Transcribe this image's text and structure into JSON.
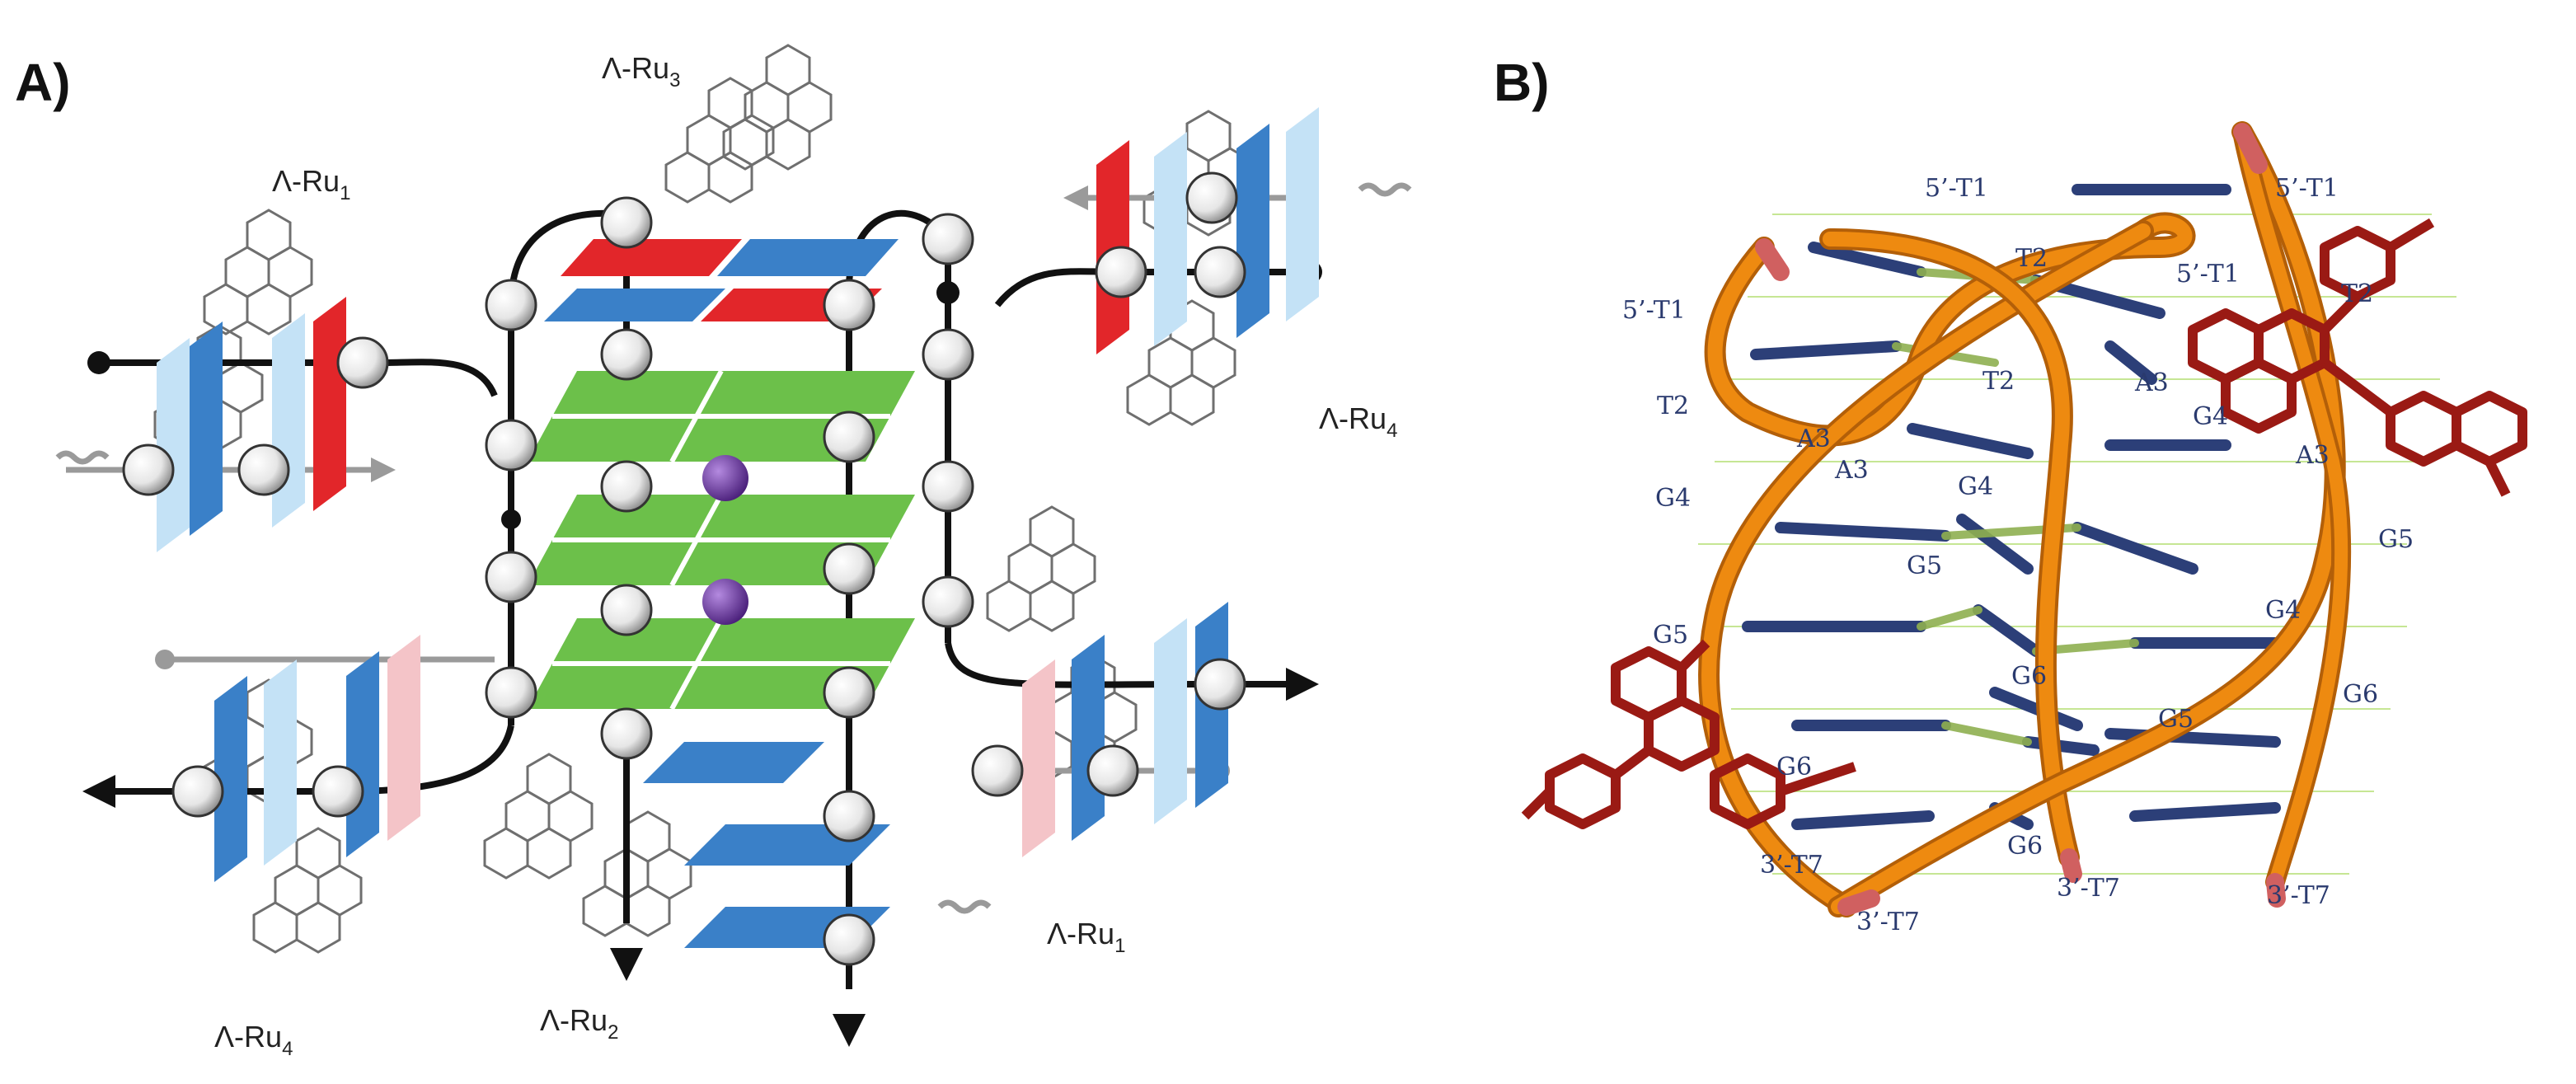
{
  "panels": {
    "a": {
      "letter": "A)"
    },
    "b": {
      "letter": "B)"
    }
  },
  "panel_a": {
    "labels": [
      {
        "id": "ru1-top",
        "prefix": "Λ-Ru",
        "sub": "1"
      },
      {
        "id": "ru3-top",
        "prefix": "Λ-Ru",
        "sub": "3"
      },
      {
        "id": "ru4-right",
        "prefix": "Λ-Ru",
        "sub": "4"
      },
      {
        "id": "ru1-bottom",
        "prefix": "Λ-Ru",
        "sub": "1"
      },
      {
        "id": "ru4-left",
        "prefix": "Λ-Ru",
        "sub": "4"
      },
      {
        "id": "ru2-bottom",
        "prefix": "Λ-Ru",
        "sub": "2"
      }
    ]
  },
  "panel_b": {
    "labels": {
      "l_5t1_a": "5’-T1",
      "l_5t1_b": "5’-T1",
      "l_5t1_c": "5’-T1",
      "l_5t1_d": "5’-T1",
      "l_t2_a": "T2",
      "l_t2_b": "T2",
      "l_t2_c": "T2",
      "l_t2_d": "T2",
      "l_a3_a": "A3",
      "l_a3_b": "A3",
      "l_a3_c": "A3",
      "l_a3_d": "A3",
      "l_g4_a": "G4",
      "l_g4_b": "G4",
      "l_g4_c": "G4",
      "l_g4_d": "G4",
      "l_g5_a": "G5",
      "l_g5_b": "G5",
      "l_g5_c": "G5",
      "l_g5_d": "G5",
      "l_g6_a": "G6",
      "l_g6_b": "G6",
      "l_g6_c": "G6",
      "l_g6_d": "G6",
      "l_3t7_a": "3’-T7",
      "l_3t7_b": "3’-T7",
      "l_3t7_c": "3’-T7",
      "l_3t7_d": "3’-T7"
    }
  },
  "colors": {
    "tetrad_green": "#6cc04a",
    "plane_blue": "#3a80c8",
    "plane_lightblue": "#c4e2f6",
    "plane_red": "#e2262a",
    "plane_pink": "#f4c4c8",
    "cation_purple": "#6a3a9a",
    "backbone_orange": "#ee8a10",
    "ligand_darkred": "#9a1a14",
    "base_navy": "#2c3f78",
    "label_navy": "#2a3a6e"
  }
}
